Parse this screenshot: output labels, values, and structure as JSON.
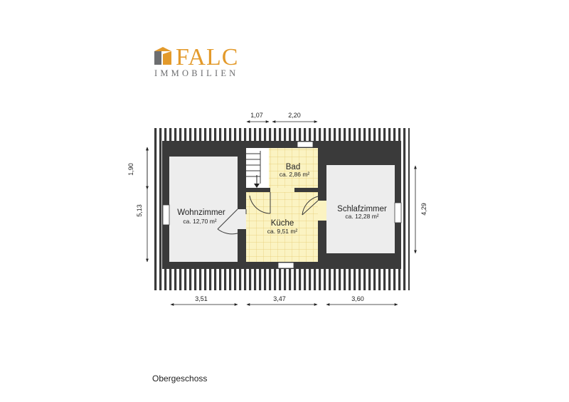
{
  "logo": {
    "brand": "FALC",
    "subtitle": "IMMOBILIEN",
    "colors": {
      "brand": "#e39a2b",
      "mark_dark": "#6d6e70"
    }
  },
  "rooms": {
    "wohnzimmer": {
      "name": "Wohnzimmer",
      "area": "ca. 12,70 m²"
    },
    "bad": {
      "name": "Bad",
      "area": "ca. 2,86 m²"
    },
    "kueche": {
      "name": "Küche",
      "area": "ca. 9,51 m²"
    },
    "schlafzimmer": {
      "name": "Schlafzimmer",
      "area": "ca. 12,28 m²"
    }
  },
  "dimensions": {
    "top_left": "1,07",
    "top_right": "2,20",
    "left_upper": "1,90",
    "left_full": "5,13",
    "right_full": "4,29",
    "bottom_left": "3,51",
    "bottom_middle": "3,47",
    "bottom_right": "3,60"
  },
  "floor_label": "Obergeschoss",
  "colors": {
    "wall": "#3a3a3a",
    "tile": "#fbf3c2",
    "tile_line": "#e5c96f",
    "floor": "#ededed"
  }
}
